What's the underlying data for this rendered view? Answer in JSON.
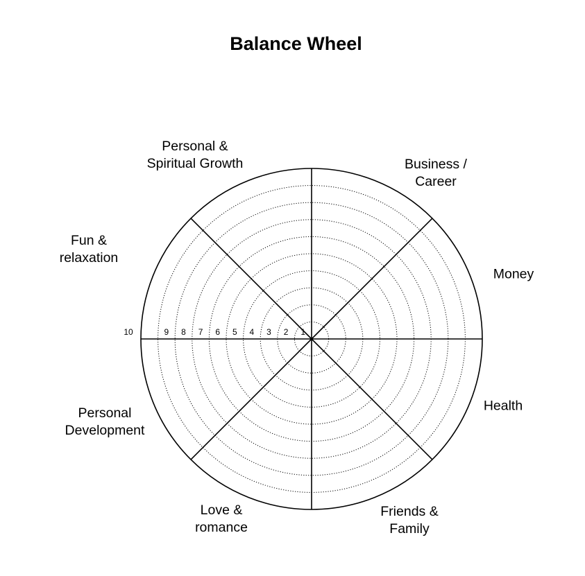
{
  "title": "Balance Wheel",
  "scale": {
    "min": 0,
    "max": 10,
    "labels": [
      "1",
      "2",
      "3",
      "4",
      "5",
      "6",
      "7",
      "8",
      "9",
      "10"
    ]
  },
  "categories": [
    {
      "id": "business-career",
      "lines": [
        "Business /",
        "Career"
      ]
    },
    {
      "id": "money",
      "lines": [
        "Money"
      ]
    },
    {
      "id": "health",
      "lines": [
        "Health"
      ]
    },
    {
      "id": "friends-family",
      "lines": [
        "Friends &",
        "Family"
      ]
    },
    {
      "id": "love-romance",
      "lines": [
        "Love &",
        "romance"
      ]
    },
    {
      "id": "personal-development",
      "lines": [
        "Personal",
        "Development"
      ]
    },
    {
      "id": "fun-relaxation",
      "lines": [
        "Fun &",
        "relaxation"
      ]
    },
    {
      "id": "personal-spiritual-growth",
      "lines": [
        "Personal &",
        "Spiritual Growth"
      ]
    }
  ],
  "colors": {
    "line": "#000000",
    "background": "#ffffff"
  }
}
